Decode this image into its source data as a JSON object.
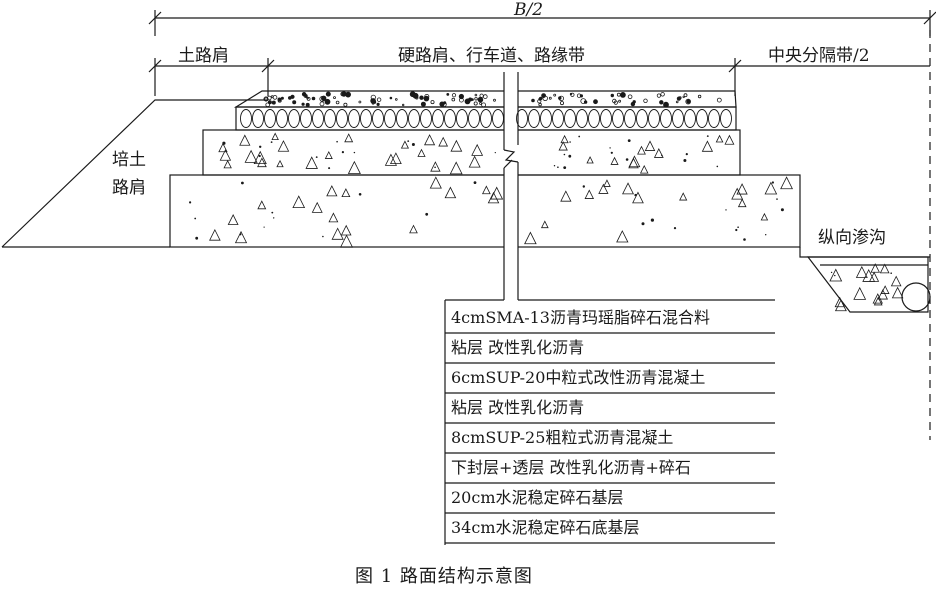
{
  "dimension_labels": {
    "total_width": "B/2",
    "soil_shoulder": "土路肩",
    "carriageway": "硬路肩、行车道、路缘带",
    "median": "中央分隔带/2"
  },
  "side_labels": {
    "fill_shoulder_line1": "培土",
    "fill_shoulder_line2": "路肩",
    "drain": "纵向渗沟"
  },
  "layers": [
    "4cmSMA-13沥青玛瑶脂碎石混合料",
    "粘层  改性乳化沥青",
    "6cmSUP-20中粒式改性沥青混凝土",
    "粘层  改性乳化沥青",
    "8cmSUP-25粗粒式沥青混凝土",
    "下封层+透层  改性乳化沥青+碎石",
    "20cm水泥稳定碎石基层",
    "34cm水泥稳定碎石底基层"
  ],
  "caption": "图 1    路面结构示意图",
  "colors": {
    "line": "#1a1a1a",
    "background": "#ffffff"
  }
}
